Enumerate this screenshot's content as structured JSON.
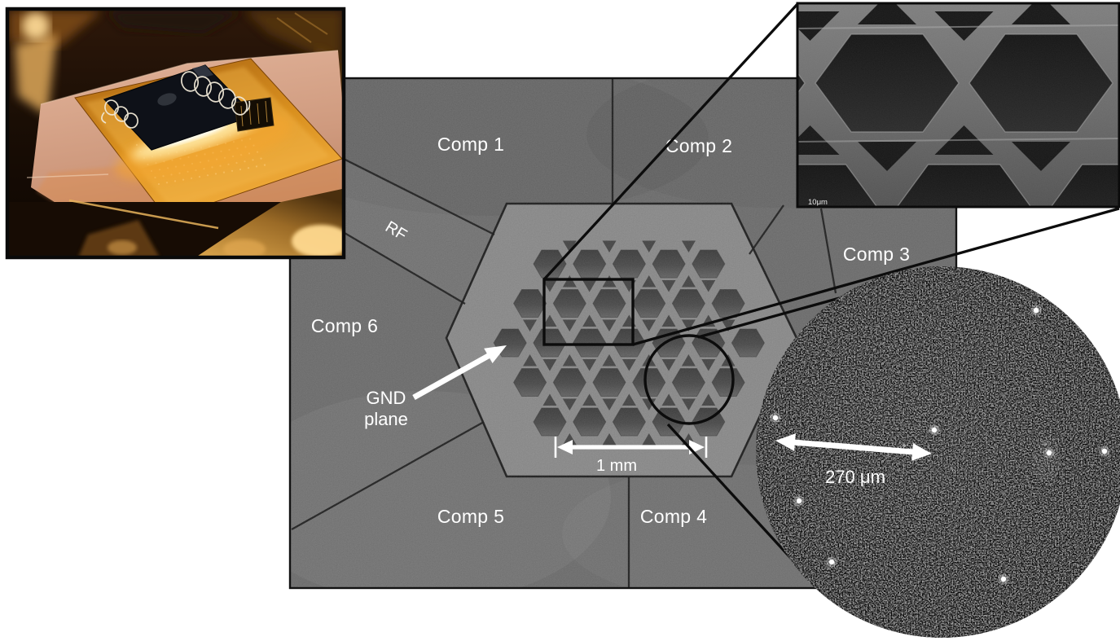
{
  "figure": {
    "main_sem": {
      "labels": {
        "comp1": "Comp 1",
        "comp2": "Comp 2",
        "comp3": "Comp 3",
        "comp4": "Comp 4",
        "comp5": "Comp 5",
        "comp6": "Comp 6",
        "rf": "RF"
      },
      "gnd_label": {
        "line1": "GND",
        "line2": "plane"
      },
      "scale_bar_label": "1 mm"
    },
    "hex_inset": {
      "scale_label": "10μm"
    },
    "ion_inset": {
      "scale_label": "270 μm"
    },
    "colors": {
      "page_background": "#ffffff",
      "sem_gray": "#6e6e6e",
      "gnd_island_gray": "#8c8c8c",
      "annotation_black": "#0c0c0c",
      "label_white": "#ffffff"
    }
  }
}
